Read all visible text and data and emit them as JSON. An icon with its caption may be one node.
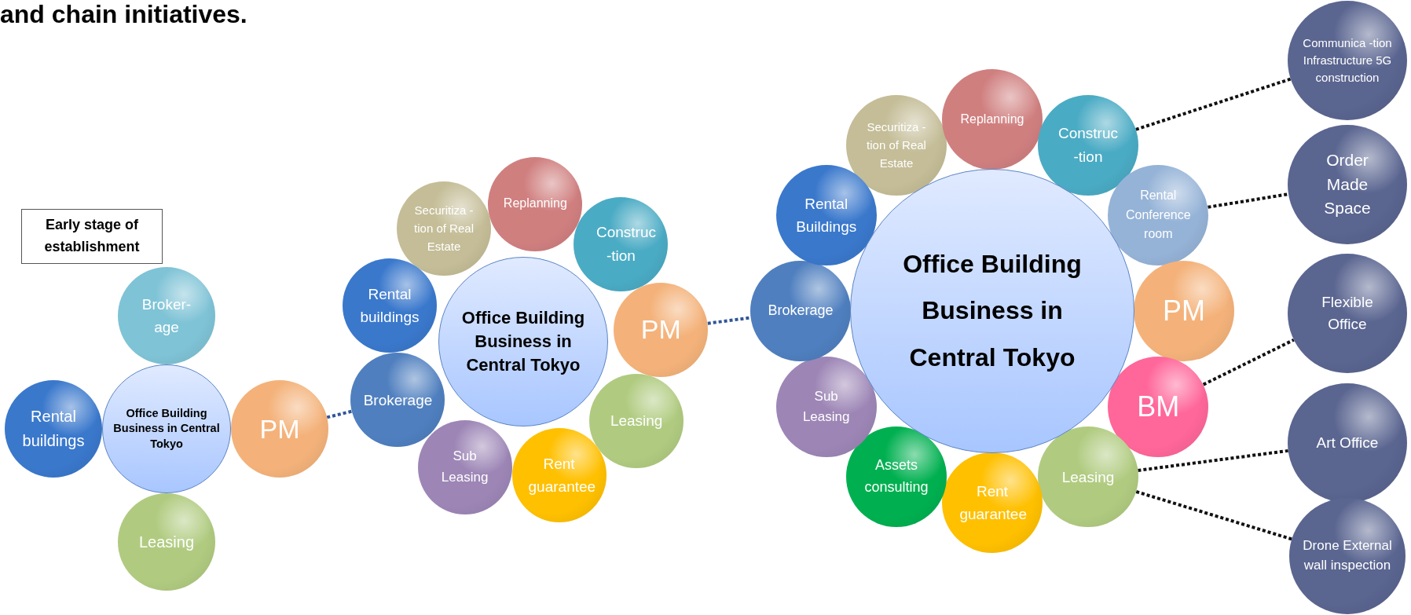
{
  "diagram": {
    "title": "and chain initiatives.",
    "nodes": [
      {
        "text": [
          "Early stage of establishment"
        ]
      },
      {
        "text": [
          "Office Building Business in Central Tokyo"
        ]
      },
      {
        "text": [
          "Broker- age"
        ]
      },
      {
        "text": [
          "Rental buildings"
        ]
      },
      {
        "text": [
          "PM"
        ]
      },
      {
        "text": [
          "Leasing"
        ]
      },
      {
        "text": [
          "Office Building Business in Central Tokyo"
        ]
      },
      {
        "text": [
          "Securitiza -tion of Real Estate"
        ]
      },
      {
        "text": [
          "Replanning"
        ]
      },
      {
        "text": [
          "Construc -tion"
        ]
      },
      {
        "text": [
          "PM"
        ]
      },
      {
        "text": [
          "Leasing"
        ]
      },
      {
        "text": [
          "Rent guarantee"
        ]
      },
      {
        "text": [
          "Sub Leasing"
        ]
      },
      {
        "text": [
          "Brokerage"
        ]
      },
      {
        "text": [
          "Rental buildings"
        ]
      },
      {
        "text": [
          "Office Building Business in Central Tokyo"
        ]
      },
      {
        "text": [
          "Securitiza -tion of Real Estate"
        ]
      },
      {
        "text": [
          "Replanning"
        ]
      },
      {
        "text": [
          "Construc -tion"
        ]
      },
      {
        "text": [
          "Rental Conference room"
        ]
      },
      {
        "text": [
          "PM"
        ]
      },
      {
        "text": [
          "BM"
        ]
      },
      {
        "text": [
          "Leasing"
        ]
      },
      {
        "text": [
          "Rent guarantee"
        ]
      },
      {
        "text": [
          "Assets consulting"
        ]
      },
      {
        "text": [
          "Sub Leasing"
        ]
      },
      {
        "text": [
          "Brokerage"
        ]
      },
      {
        "text": [
          "Rental Buildings"
        ]
      },
      {
        "text": [
          "Communica -tion Infrastructure 5G construction"
        ]
      },
      {
        "text": [
          "Order Made Space"
        ]
      },
      {
        "text": [
          "Flexible Office"
        ]
      },
      {
        "text": [
          "Art Office"
        ]
      },
      {
        "text": [
          "Drone External wall inspection"
        ]
      }
    ],
    "edges": [
      {
        "from": 4,
        "to": 14,
        "arrow": "none",
        "style": "dashed",
        "color": "#2f5597"
      },
      {
        "from": 10,
        "to": 27,
        "arrow": "none",
        "style": "dashed",
        "color": "#2f5597"
      },
      {
        "from": 19,
        "to": 29,
        "arrow": "none",
        "style": "dashed"
      },
      {
        "from": 20,
        "to": 30,
        "arrow": "none",
        "style": "dashed"
      },
      {
        "from": 22,
        "to": 31,
        "arrow": "none",
        "style": "dashed"
      },
      {
        "from": 23,
        "to": 32,
        "arrow": "none",
        "style": "dashed"
      },
      {
        "from": 23,
        "to": 33,
        "arrow": "none",
        "style": "dashed"
      }
    ]
  }
}
